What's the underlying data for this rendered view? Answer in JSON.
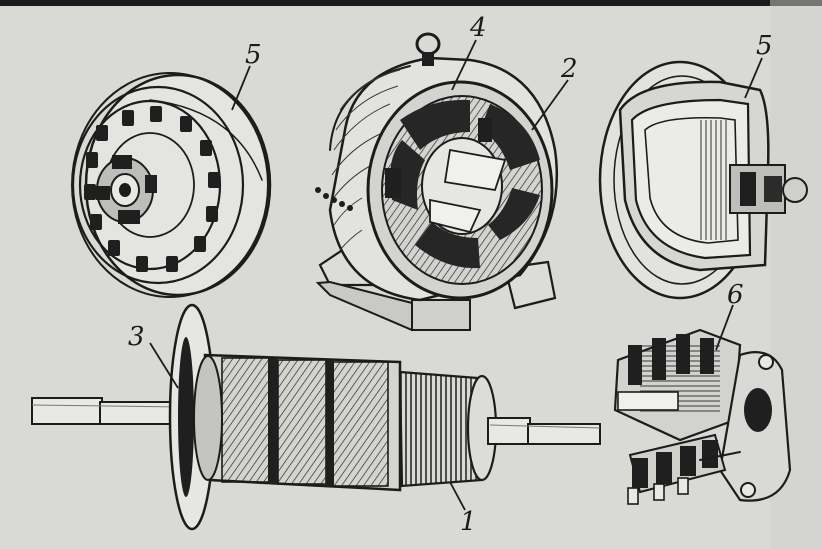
{
  "figure": {
    "part_labels": [
      "1",
      "2",
      "3",
      "4",
      "5",
      "5",
      "6"
    ],
    "colors": {
      "paper": "#d9d9d6",
      "ink": "#1c1c1c"
    }
  }
}
